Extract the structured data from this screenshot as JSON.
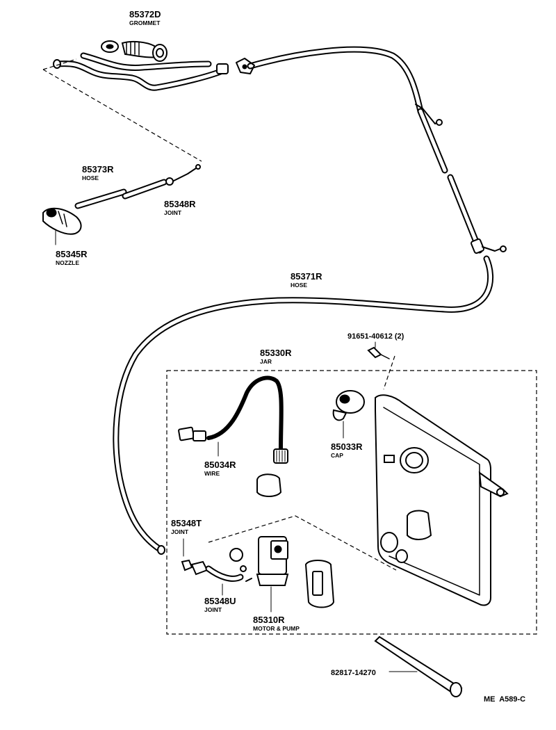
{
  "parts": [
    {
      "id": "grommet",
      "number": "85372D",
      "name": "GROMMET"
    },
    {
      "id": "hose-top",
      "number": "85373R",
      "name": "HOSE"
    },
    {
      "id": "joint-top",
      "number": "85348R",
      "name": "JOINT"
    },
    {
      "id": "nozzle",
      "number": "85345R",
      "name": "NOZZLE"
    },
    {
      "id": "hose-main",
      "number": "85371R",
      "name": "HOSE"
    },
    {
      "id": "screw",
      "number": "91651-40612 (2)",
      "name": ""
    },
    {
      "id": "jar",
      "number": "85330R",
      "name": "JAR"
    },
    {
      "id": "cap",
      "number": "85033R",
      "name": "CAP"
    },
    {
      "id": "wire",
      "number": "85034R",
      "name": "WIRE"
    },
    {
      "id": "joint-t",
      "number": "85348T",
      "name": "JOINT"
    },
    {
      "id": "joint-u",
      "number": "85348U",
      "name": "JOINT"
    },
    {
      "id": "motor-pump",
      "number": "85310R",
      "name": "MOTOR & PUMP"
    },
    {
      "id": "lower-part",
      "number": "82817-14270",
      "name": ""
    }
  ],
  "footer": {
    "code": "ME  A589-C"
  }
}
